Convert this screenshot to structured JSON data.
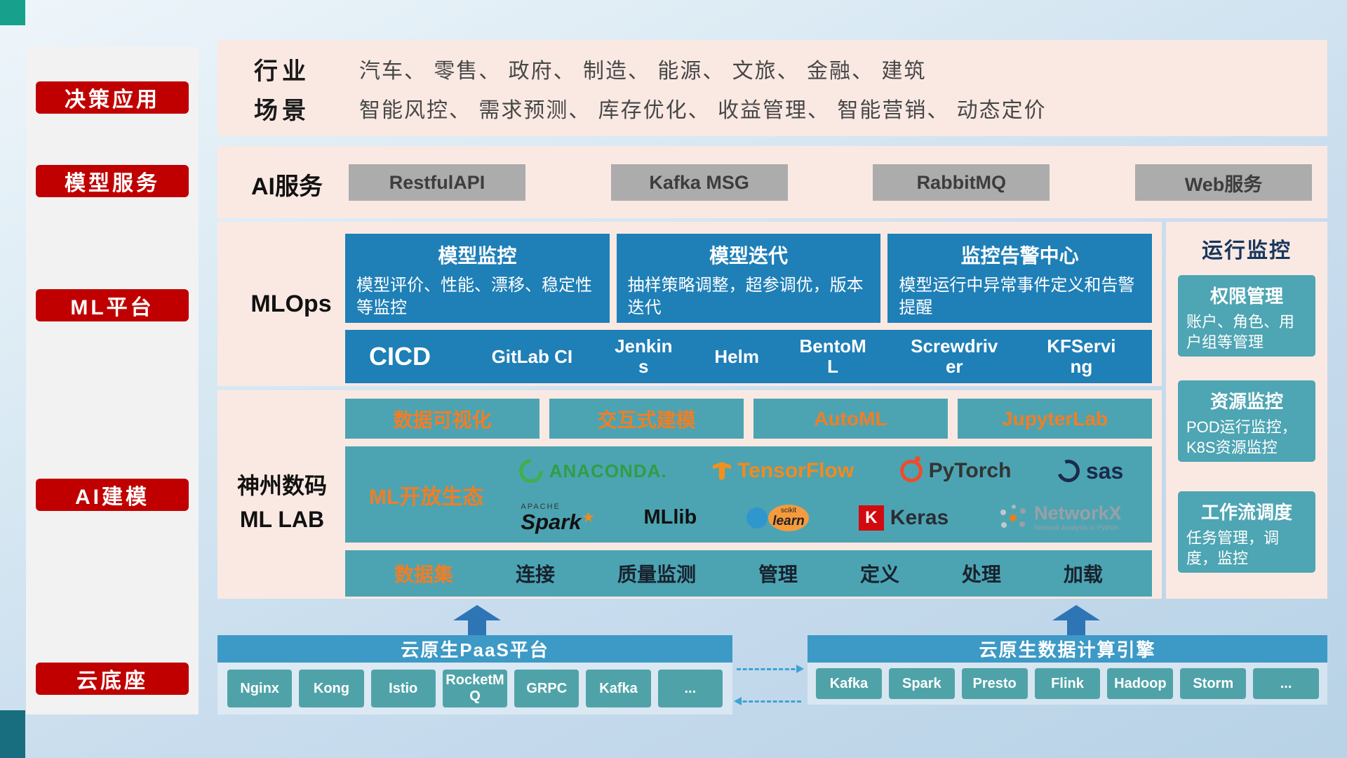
{
  "colors": {
    "red": "#C00000",
    "pink_panel": "#FAE9E3",
    "blue_card": "#1F7FB7",
    "teal": "#4CA4B2",
    "orange": "#F07E26",
    "gray_button": "#ACACAC",
    "header_blue": "#3D99C5",
    "arrow_blue": "#2E75B6",
    "dashed_blue": "#3FA3D6"
  },
  "sidebar": {
    "items": [
      "决策应用",
      "模型服务",
      "ML平台",
      "AI建模",
      "云底座"
    ]
  },
  "industry": {
    "rows": [
      {
        "label": "行业",
        "text": "汽车、 零售、 政府、 制造、 能源、 文旅、 金融、 建筑"
      },
      {
        "label": "场景",
        "text": "智能风控、 需求预测、 库存优化、 收益管理、 智能营销、 动态定价"
      }
    ]
  },
  "service": {
    "label": "AI服务",
    "buttons": [
      "RestfulAPI",
      "Kafka MSG",
      "RabbitMQ",
      "Web服务"
    ]
  },
  "mlops": {
    "label": "MLOps",
    "cards": [
      {
        "title": "模型监控",
        "body": "模型评价、性能、漂移、稳定性等监控"
      },
      {
        "title": "模型迭代",
        "body": "抽样策略调整，超参调优，版本迭代"
      },
      {
        "title": "监控告警中心",
        "body": "模型运行中异常事件定义和告警提醒"
      }
    ],
    "cicd_label": "CICD",
    "cicd_items": [
      "GitLab CI",
      "Jenkins",
      "Helm",
      "BentoML",
      "Screwdriver",
      "KFServing"
    ]
  },
  "monitor": {
    "title": "运行监控",
    "cards": [
      {
        "title": "权限管理",
        "body": "账户、角色、用户组等管理"
      },
      {
        "title": "资源监控",
        "body": "POD运行监控，K8S资源监控"
      },
      {
        "title": "工作流调度",
        "body": "任务管理，调度，监控"
      }
    ]
  },
  "mllab": {
    "label1": "神州数码",
    "label2": "ML LAB",
    "tools": [
      "数据可视化",
      "交互式建模",
      "AutoML",
      "JupyterLab"
    ],
    "eco_label": "ML开放生态",
    "logos": {
      "anaconda": "ANACONDA.",
      "tensorflow": "TensorFlow",
      "pytorch": "PyTorch",
      "sas": "sas",
      "spark_apache": "APACHE",
      "spark": "Spark",
      "spark_star": "★",
      "mllib": "MLlib",
      "scikit_top": "scikit",
      "scikit_learn": "learn",
      "keras_k": "K",
      "keras": "Keras",
      "networkx": "NetworkX",
      "networkx_sub": "Network Analysis in Python"
    },
    "data_items": [
      "数据集",
      "连接",
      "质量监测",
      "管理",
      "定义",
      "处理",
      "加载"
    ]
  },
  "paas": {
    "title": "云原生PaaS平台",
    "items": [
      "Nginx",
      "Kong",
      "Istio",
      "RocketMQ",
      "GRPC",
      "Kafka",
      "..."
    ]
  },
  "engine": {
    "title": "云原生数据计算引擎",
    "items": [
      "Kafka",
      "Spark",
      "Presto",
      "Flink",
      "Hadoop",
      "Storm",
      "..."
    ]
  }
}
